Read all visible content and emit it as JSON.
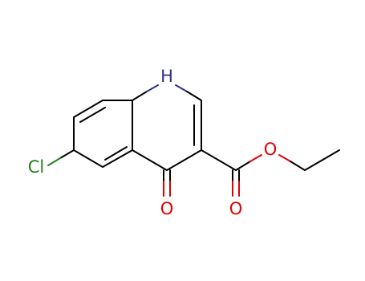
{
  "molecule": {
    "colors": {
      "carbon_bond": "#000000",
      "nitrogen": "#2f2f8c",
      "oxygen": "#e00000",
      "chlorine": "#1f7f1f",
      "background": "#ffffff"
    },
    "atom_labels": [
      {
        "id": "N1",
        "text": "H",
        "element": "N"
      },
      {
        "id": "Cl",
        "text": "Cl",
        "element": "Cl"
      },
      {
        "id": "O_keto",
        "text": "O",
        "element": "O"
      },
      {
        "id": "O_ester",
        "text": "O",
        "element": "O"
      },
      {
        "id": "O_carbonyl",
        "text": "O",
        "element": "O"
      }
    ]
  }
}
